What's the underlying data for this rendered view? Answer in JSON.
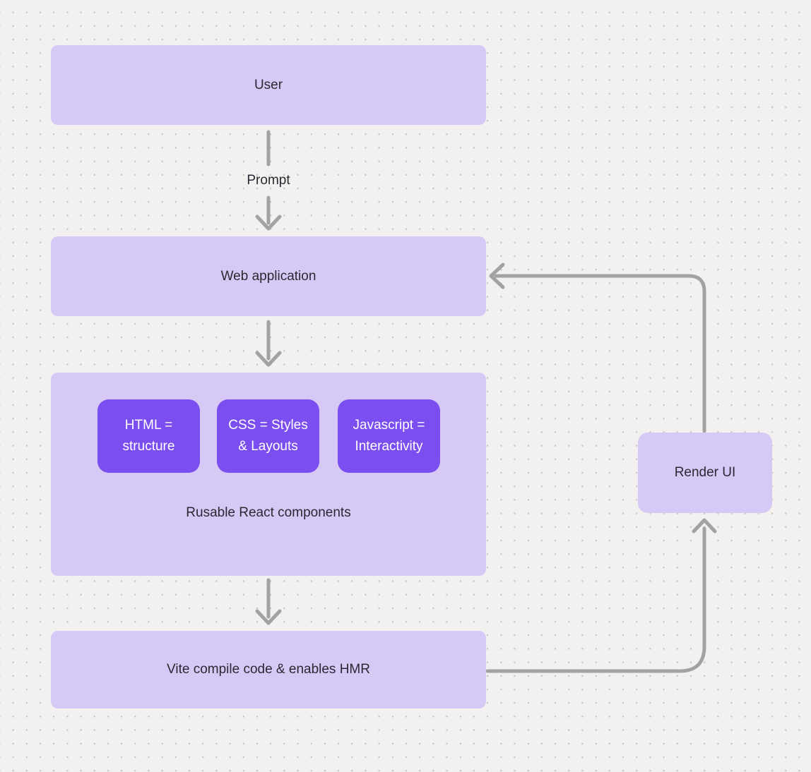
{
  "colors": {
    "background": "#f2f1f0",
    "dot_grid": "#c9c7c5",
    "node_fill": "#d6c9f5",
    "accent_fill": "#7b4ef0",
    "accent_text": "#ffffff",
    "text": "#2b2833",
    "arrow": "#a3a2a2"
  },
  "nodes": {
    "user": {
      "label": "User"
    },
    "web_application": {
      "label": "Web application"
    },
    "components_group": {
      "caption": "Rusable React components"
    },
    "html_box": {
      "line1": "HTML =",
      "line2": "structure"
    },
    "css_box": {
      "line1": "CSS = Styles",
      "line2": "& Layouts"
    },
    "javascript_box": {
      "line1": "Javascript =",
      "line2": "Interactivity"
    },
    "vite": {
      "label": "Vite compile code & enables HMR"
    },
    "render_ui": {
      "label": "Render UI"
    }
  },
  "edges": {
    "user_to_web_label": "Prompt"
  }
}
